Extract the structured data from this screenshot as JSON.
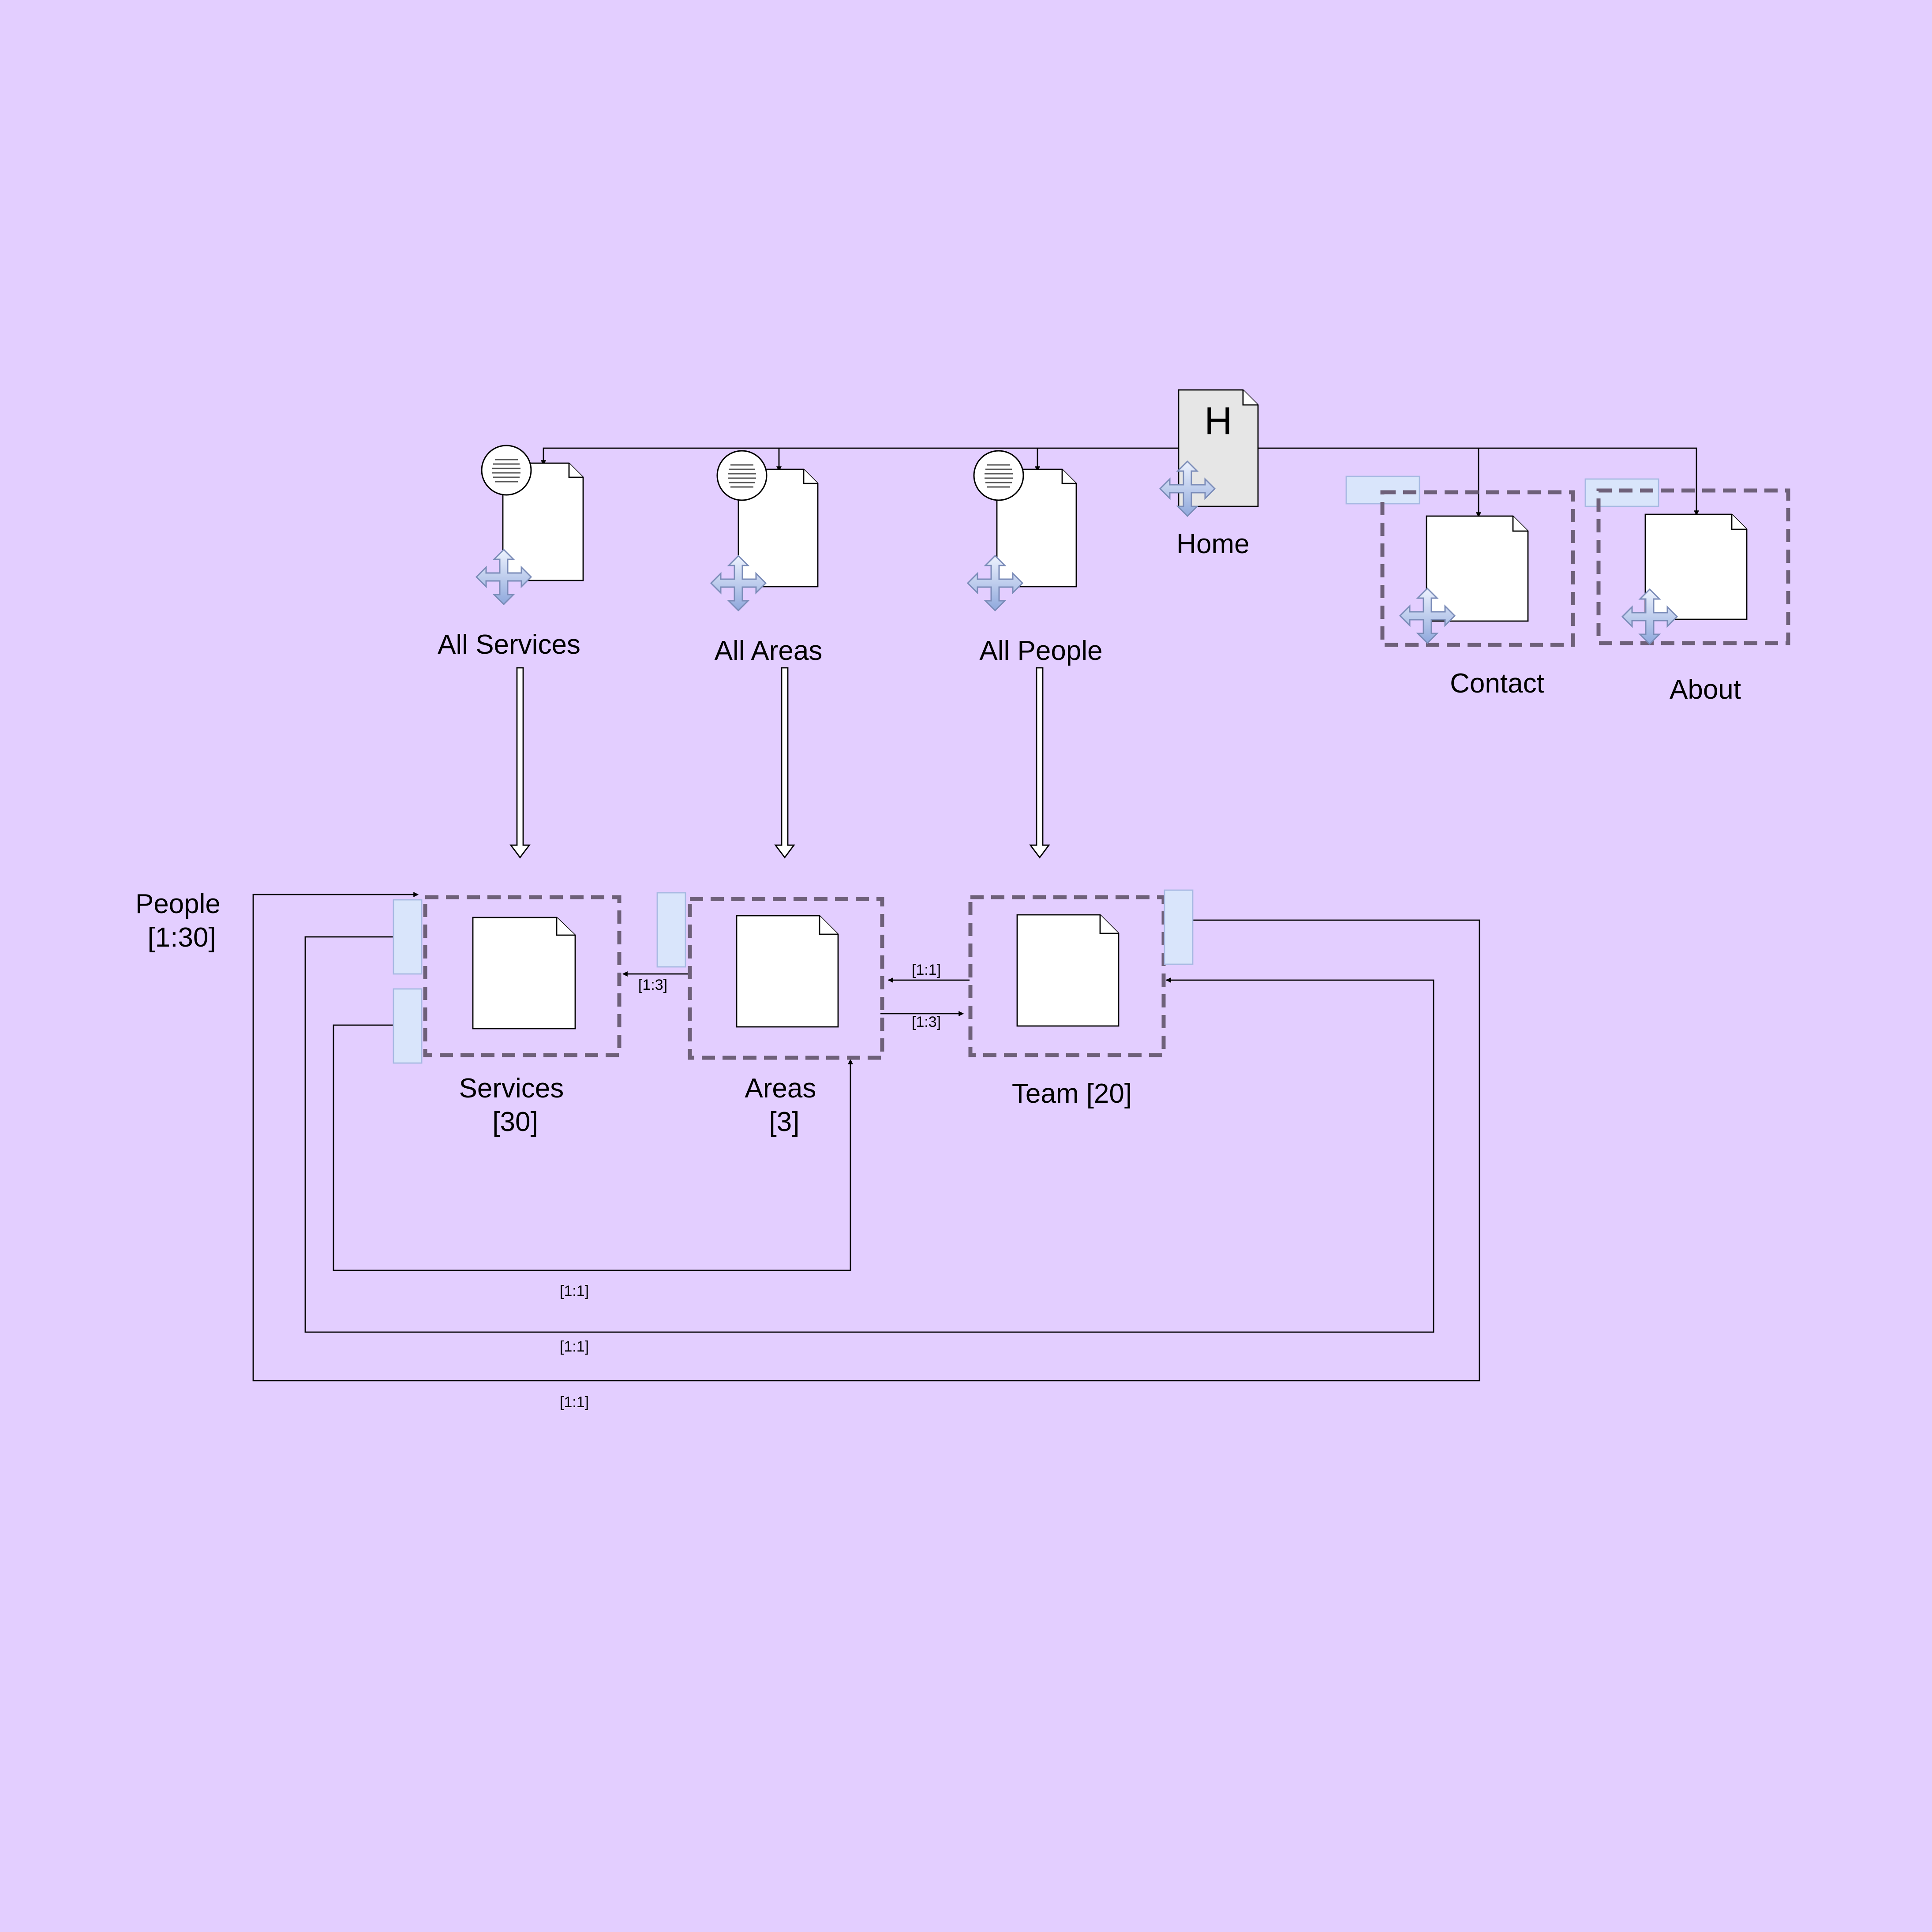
{
  "colors": {
    "background": "#e3ceff",
    "page_fill": "#ffffff",
    "home_page_fill": "#e6e6e6",
    "group_border": "#6e6079",
    "tab_fill": "#d9e5fb",
    "move_icon_fill": "#b3c6ee"
  },
  "top_nodes": {
    "all_services": "All Services",
    "all_areas": "All Areas",
    "all_people": "All People",
    "home": "Home",
    "home_letter": "H",
    "contact": "Contact",
    "about": "About"
  },
  "bottom_nodes": {
    "services": [
      "Services",
      "[30]"
    ],
    "areas": [
      "Areas",
      "[3]"
    ],
    "team": "Team [20]",
    "people": [
      "People",
      "[1:30]"
    ]
  },
  "edge_labels": {
    "areas_to_services": "[1:3]",
    "team_to_areas": "[1:1]",
    "areas_to_team": "[1:3]",
    "services_to_areas": "[1:1]",
    "services_to_team": "[1:1]",
    "team_to_services": "[1:1]"
  },
  "icons": [
    "list-icon",
    "move-icon",
    "page-icon",
    "home-page-icon"
  ]
}
